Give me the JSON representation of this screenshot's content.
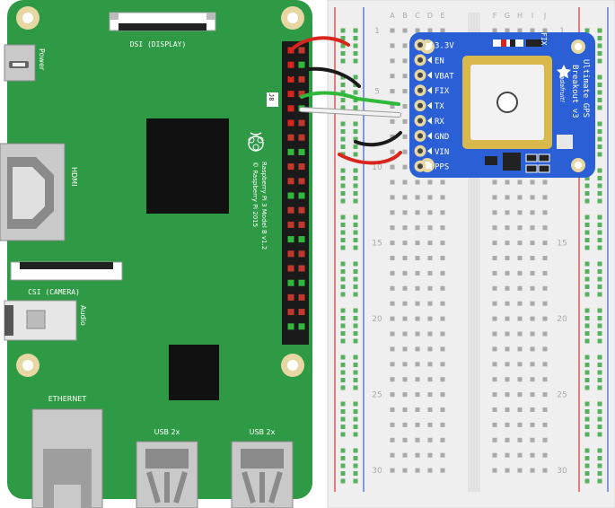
{
  "pi": {
    "board_color": "#2f9a45",
    "power_label": "Power",
    "dsi_label": "DSI (DISPLAY)",
    "csi_label": "CSI (CAMERA)",
    "hdmi_label": "HDMI",
    "audio_label": "Audio",
    "ethernet_label": "ETHERNET",
    "usb_label": "USB 2x",
    "model_line1": "Raspberry Pi 3 Model B v1.2",
    "model_line2": "© Raspberry Pi 2015",
    "gpio_label": "J8"
  },
  "breadboard": {
    "column_letters_left": [
      "A",
      "B",
      "C",
      "D",
      "E"
    ],
    "column_letters_right": [
      "F",
      "G",
      "H",
      "I",
      "J"
    ],
    "row_numbers": [
      "1",
      "5",
      "10",
      "15",
      "20",
      "25",
      "30"
    ]
  },
  "gps": {
    "board_color": "#2a5fd6",
    "pins": [
      "3.3V",
      "EN",
      "VBAT",
      "FIX",
      "TX",
      "RX",
      "GND",
      "VIN",
      "PPS"
    ],
    "fix_label": "FIX",
    "title_line1": "Ultimate GPS",
    "title_line2": "Breakout v3",
    "brand": "adafruit!"
  },
  "wires": {
    "red": "#d8261f",
    "black": "#1a1a1a",
    "green": "#2fb83a",
    "white": "#f2f2f2"
  }
}
